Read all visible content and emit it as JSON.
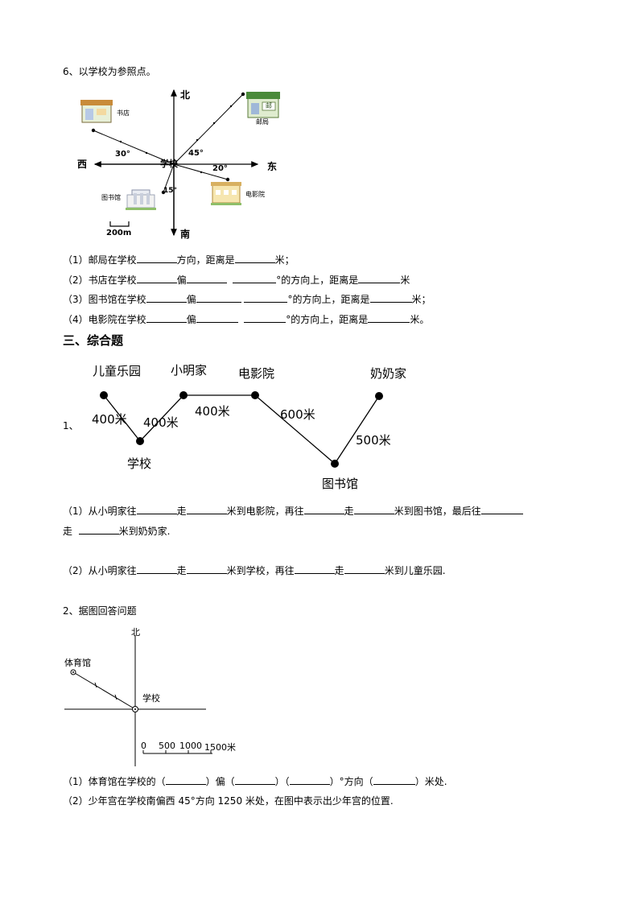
{
  "q6": {
    "title": "6、以学校为参照点。",
    "compass": {
      "north": "北",
      "south": "南",
      "east": "东",
      "west": "西",
      "center": "学校"
    },
    "angles": {
      "a30": "30°",
      "a45": "45°",
      "a20": "20°",
      "a15": "15°"
    },
    "places": {
      "bookstore": "书店",
      "post": "邮局",
      "library": "图书馆",
      "cinema": "电影院",
      "post_sign": "邮"
    },
    "scale": "200m",
    "items": [
      {
        "a": "（1）邮局在学校",
        "b": "方向，距离是",
        "c": "米；"
      },
      {
        "a": "（2）书店在学校",
        "b": "偏",
        "c": "°的方向上，距离是",
        "d": "米"
      },
      {
        "a": "（3）图书馆在学校",
        "b": "偏",
        "c": "°的方向上，距离是",
        "d": "米；"
      },
      {
        "a": "（4）电影院在学校",
        "b": "偏",
        "c": "°的方向上，距离是",
        "d": "米。"
      }
    ]
  },
  "section3": {
    "title": "三、综合题"
  },
  "q1": {
    "number": "1、",
    "nodes": {
      "park": "儿童乐园",
      "xiaoming": "小明家",
      "cinema": "电影院",
      "grandma": "奶奶家",
      "school": "学校",
      "library": "图书馆"
    },
    "distances": {
      "park_school": "400米",
      "school_xiaoming": "400米",
      "xiaoming_cinema": "400米",
      "cinema_library": "600米",
      "library_grandma": "500米"
    },
    "line1": {
      "a": "（1）从小明家往",
      "b": "走",
      "c": "米到电影院，再往",
      "d": "走",
      "e": "米到图书馆，最后往"
    },
    "line2": {
      "a": "走",
      "b": "米到奶奶家."
    },
    "line3": {
      "a": "（2）从小明家往",
      "b": "走",
      "c": "米到学校，再往",
      "d": "走",
      "e": "米到儿童乐园."
    }
  },
  "q2": {
    "title": "2、据图回答问题",
    "north": "北",
    "gym": "体育馆",
    "school": "学校",
    "scale": [
      "0",
      "500",
      "1000",
      "1500米"
    ],
    "line1": {
      "a": "（1）体育馆在学校的（",
      "b": "）偏（",
      "c": "）（",
      "d": "）°方向（",
      "e": "）米处."
    },
    "line2": "（2）少年宫在学校南偏西 45°方向 1250 米处，在图中表示出少年宫的位置."
  }
}
